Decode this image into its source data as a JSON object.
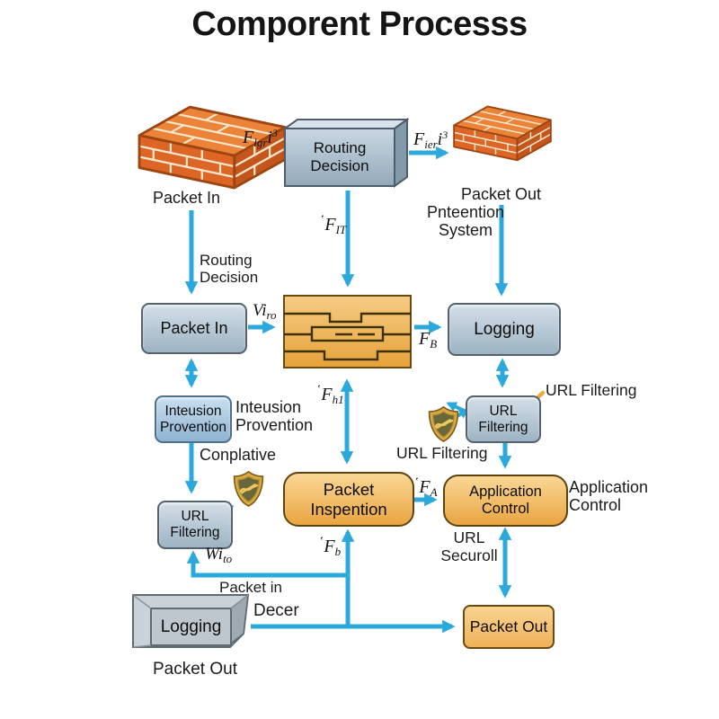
{
  "title": "Comporent Processs",
  "palette": {
    "arrow_blue": "#2BA9DC",
    "brick_orange": "#DD6526",
    "blue_box": "#9DB3C3",
    "orange_box": "#EAA542",
    "shield_gold": "#D9A945",
    "callout_orange": "#EBA93E"
  },
  "nodes": {
    "brick_in": {
      "label": "Packet In"
    },
    "routing_decision_3d": {
      "label": "Routing\nDecision"
    },
    "brick_out": {
      "label": "Packet Out",
      "sublabel": "Pnteention\nSystem"
    },
    "packet_in_box": {
      "label": "Packet In"
    },
    "logging_box": {
      "label": "Logging"
    },
    "intrusion_box": {
      "label": "Inteusion\nProvention",
      "side_label": "Inteusion\nProvention"
    },
    "url_filtering_right_box": {
      "label": "URL\nFiltering",
      "callout_label": "URL Filtering",
      "shield_label": "URL Filtering"
    },
    "url_filtering_left_box": {
      "label": "URL\nFiltering"
    },
    "packet_inspection_box": {
      "label": "Packet Inspention"
    },
    "application_control_box": {
      "label": "Application Control",
      "side_label": "Application\nControl"
    },
    "packet_out_box": {
      "label": "Packet Out"
    },
    "logging_3d": {
      "label": "Logging",
      "sublabel": "Packet Out"
    }
  },
  "edge_labels": {
    "routing_decision": "Routing\nDecision",
    "conplative": "Conplative",
    "url_securoll": "URL\nSecuroll",
    "packet_in_small": "Packet in",
    "decer": "Decer"
  },
  "formulas": {
    "f_igr": {
      "main": "F",
      "sub": "lgr",
      "tail": "i",
      "sup": "3"
    },
    "f_ier": {
      "main": "F",
      "sub": "ier",
      "tail": "i",
      "sup": "3"
    },
    "f_it": {
      "prime": "ʽ",
      "main": "F",
      "sub": "IT"
    },
    "v_iro": {
      "main": "Vi",
      "sub": "ro"
    },
    "f_b": {
      "main": "F",
      "sub": "B"
    },
    "f_h1": {
      "prime": "ʽ",
      "main": "F",
      "sub": "h1"
    },
    "f_a": {
      "prime": "ʽ",
      "main": "F",
      "sub": "A"
    },
    "f_bi": {
      "prime": "ʽ",
      "main": "F",
      "sub": "b"
    },
    "w_ito": {
      "main": "Wi",
      "sub": "to"
    }
  }
}
